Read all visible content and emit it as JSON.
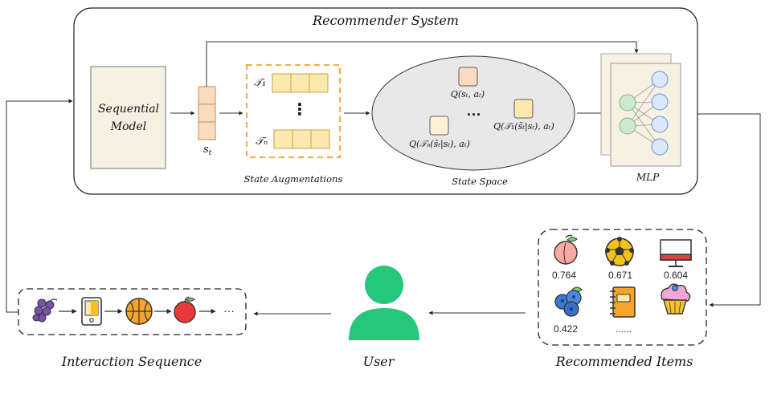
{
  "titles": {
    "recommender_system": "Recommender System",
    "sequential_model_line1": "Sequential",
    "sequential_model_line2": "Model",
    "state_label": "s",
    "state_label_sub": "t",
    "state_augmentations": "State Augmentations",
    "state_space": "State Space",
    "mlp": "MLP",
    "interaction_sequence": "Interaction Sequence",
    "user": "User",
    "recommended_items": "Recommended Items"
  },
  "augmentations": {
    "t1": "𝒯₁",
    "tn": "𝒯ₙ",
    "dots": "⋮"
  },
  "state_space": {
    "q1": "Q(sₜ, aₜ)",
    "q2": "Q(𝒯₁(s̃ₜ|sₜ), aₜ)",
    "q3": "Q(𝒯ₙ(s̃ₜ|sₜ), aₜ)",
    "dots": "···"
  },
  "recommended_items": {
    "scores": [
      "0.764",
      "0.671",
      "0.604",
      "0.422"
    ],
    "ellipsis": "......",
    "icons": [
      "peach-icon",
      "soccer-ball-icon",
      "monitor-icon",
      "blueberry-icon",
      "notebook-icon",
      "cupcake-icon"
    ]
  },
  "interaction_sequence": {
    "icons": [
      "grapes-icon",
      "phone-icon",
      "basketball-icon",
      "apple-icon"
    ],
    "ellipsis": "···"
  },
  "colors": {
    "state_vector": "#f9dcc0",
    "state_vector_stroke": "#c98a4a",
    "aug_orange": "#f0b050",
    "aug_cell": "#fde9b0",
    "model_fill": "#f6f1e3",
    "ellipse_fill": "#e8e8e8",
    "mlp_green": "#cde9cd",
    "mlp_blue": "#dbe8fb",
    "user_green": "#25c77a"
  }
}
